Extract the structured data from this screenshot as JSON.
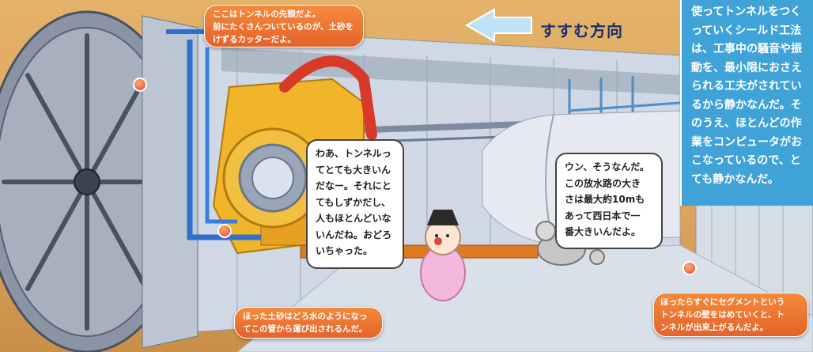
{
  "heading": {
    "direction_label": "すすむ方向"
  },
  "info_panel": {
    "lines": [
      "使ってトンネルをつく",
      "っていくシールド工法",
      "は、工事中の騒音や振",
      "動を、最小限におさえ",
      "られる工夫がされてい",
      "るから静かなんだ。そ",
      "のうえ、ほとんどの作",
      "業をコンピュータがお",
      "こなっているので、と",
      "ても静かなんだ。"
    ]
  },
  "callouts": {
    "cutter": [
      "ここはトンネルの先頭だよ。",
      "前にたくさんついているのが、土砂を",
      "けずるカッターだよ。"
    ],
    "pipe": [
      "ほった土砂はどろ水のようになっ",
      "てこの管から運び出されるんだ。"
    ],
    "segment": [
      "ほったらすぐにセグメントという",
      "トンネルの壁をはめていくと、ト",
      "ンネルが出来上がるんだよ。"
    ]
  },
  "speech": {
    "child": [
      "わあ、トンネルっ",
      "てとても大きいん",
      "だなー。それにと",
      "てもしずかだし、",
      "人もほとんどいな",
      "いんだね。おどろ",
      "いちゃった。"
    ],
    "robot": [
      "ウン、そうなんだ。",
      "この放水路の大き",
      "さは最大約10mも",
      "あって西日本で一",
      "番大きいんだよ。"
    ]
  },
  "colors": {
    "panel_bg": "#3fa3d8",
    "callout_bg": "#e96a2e",
    "heading_text": "#1a2f70",
    "background": "#dca45c"
  }
}
